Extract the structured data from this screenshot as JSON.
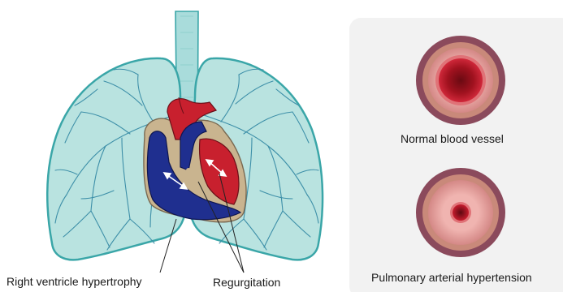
{
  "labels": {
    "normal_vessel": "Normal blood vessel",
    "pah_vessel": "Pulmonary arterial hypertension",
    "rv_hypertrophy": "Right ventricle hypertrophy",
    "regurgitation": "Regurgitation"
  },
  "colors": {
    "lung_fill": "#b9e3e0",
    "lung_outline": "#3aa6a8",
    "vessel_line": "#3d8fa8",
    "trachea": "#a9dcdb",
    "artery_red": "#c8202e",
    "vein_blue": "#1f2f8f",
    "heart_wall": "#c9b48f",
    "panel_bg": "#f2f2f2",
    "vessel_outer": "#8b4a5c",
    "vessel_wall": "#e8a3a0",
    "lumen": "#c41a2a"
  }
}
